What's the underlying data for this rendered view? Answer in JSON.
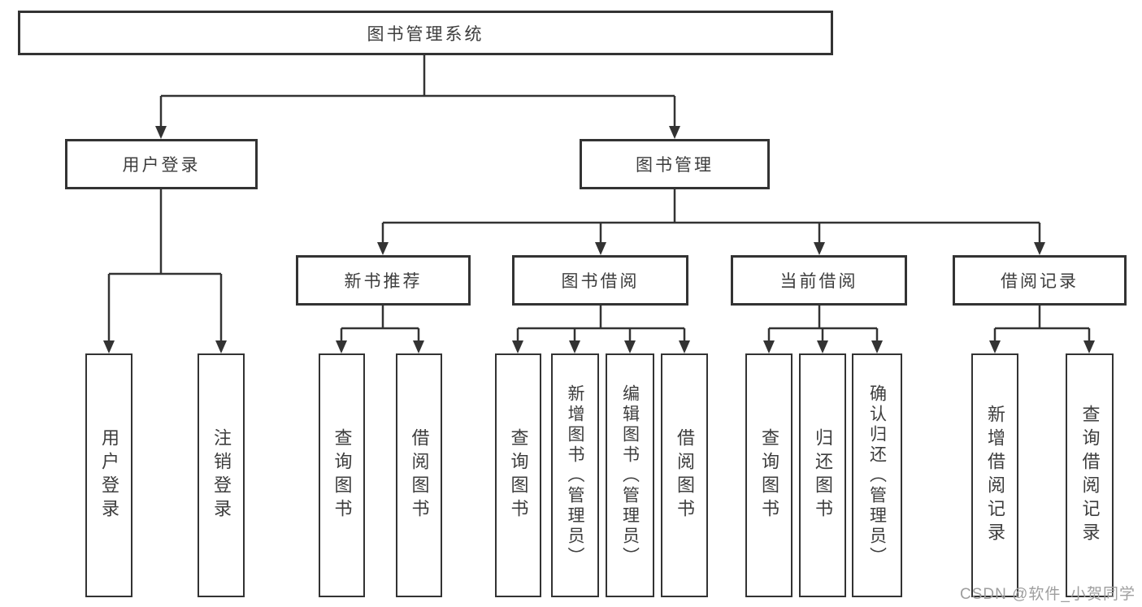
{
  "diagram": {
    "root_label": "图书管理系统",
    "level2": [
      {
        "label": "用户登录"
      },
      {
        "label": "图书管理"
      }
    ],
    "level3": [
      {
        "label": "新书推荐"
      },
      {
        "label": "图书借阅"
      },
      {
        "label": "当前借阅"
      },
      {
        "label": "借阅记录"
      }
    ],
    "leaves": {
      "user_login": [
        "用户登录",
        "注销登录"
      ],
      "new_book": [
        "查询图书",
        "借阅图书"
      ],
      "borrow": [
        "查询图书",
        "新增图书（管理员）",
        "编辑图书（管理员）",
        "借阅图书"
      ],
      "current": [
        "查询图书",
        "归还图书",
        "确认归还（管理员）"
      ],
      "records": [
        "新增借阅记录",
        "查询借阅记录"
      ]
    }
  },
  "watermark": "CSDN @软件_小贺同学",
  "colors": {
    "line": "#333333",
    "text": "#3d3d3d",
    "watermark": "#9e9e9e",
    "background": "#ffffff"
  }
}
